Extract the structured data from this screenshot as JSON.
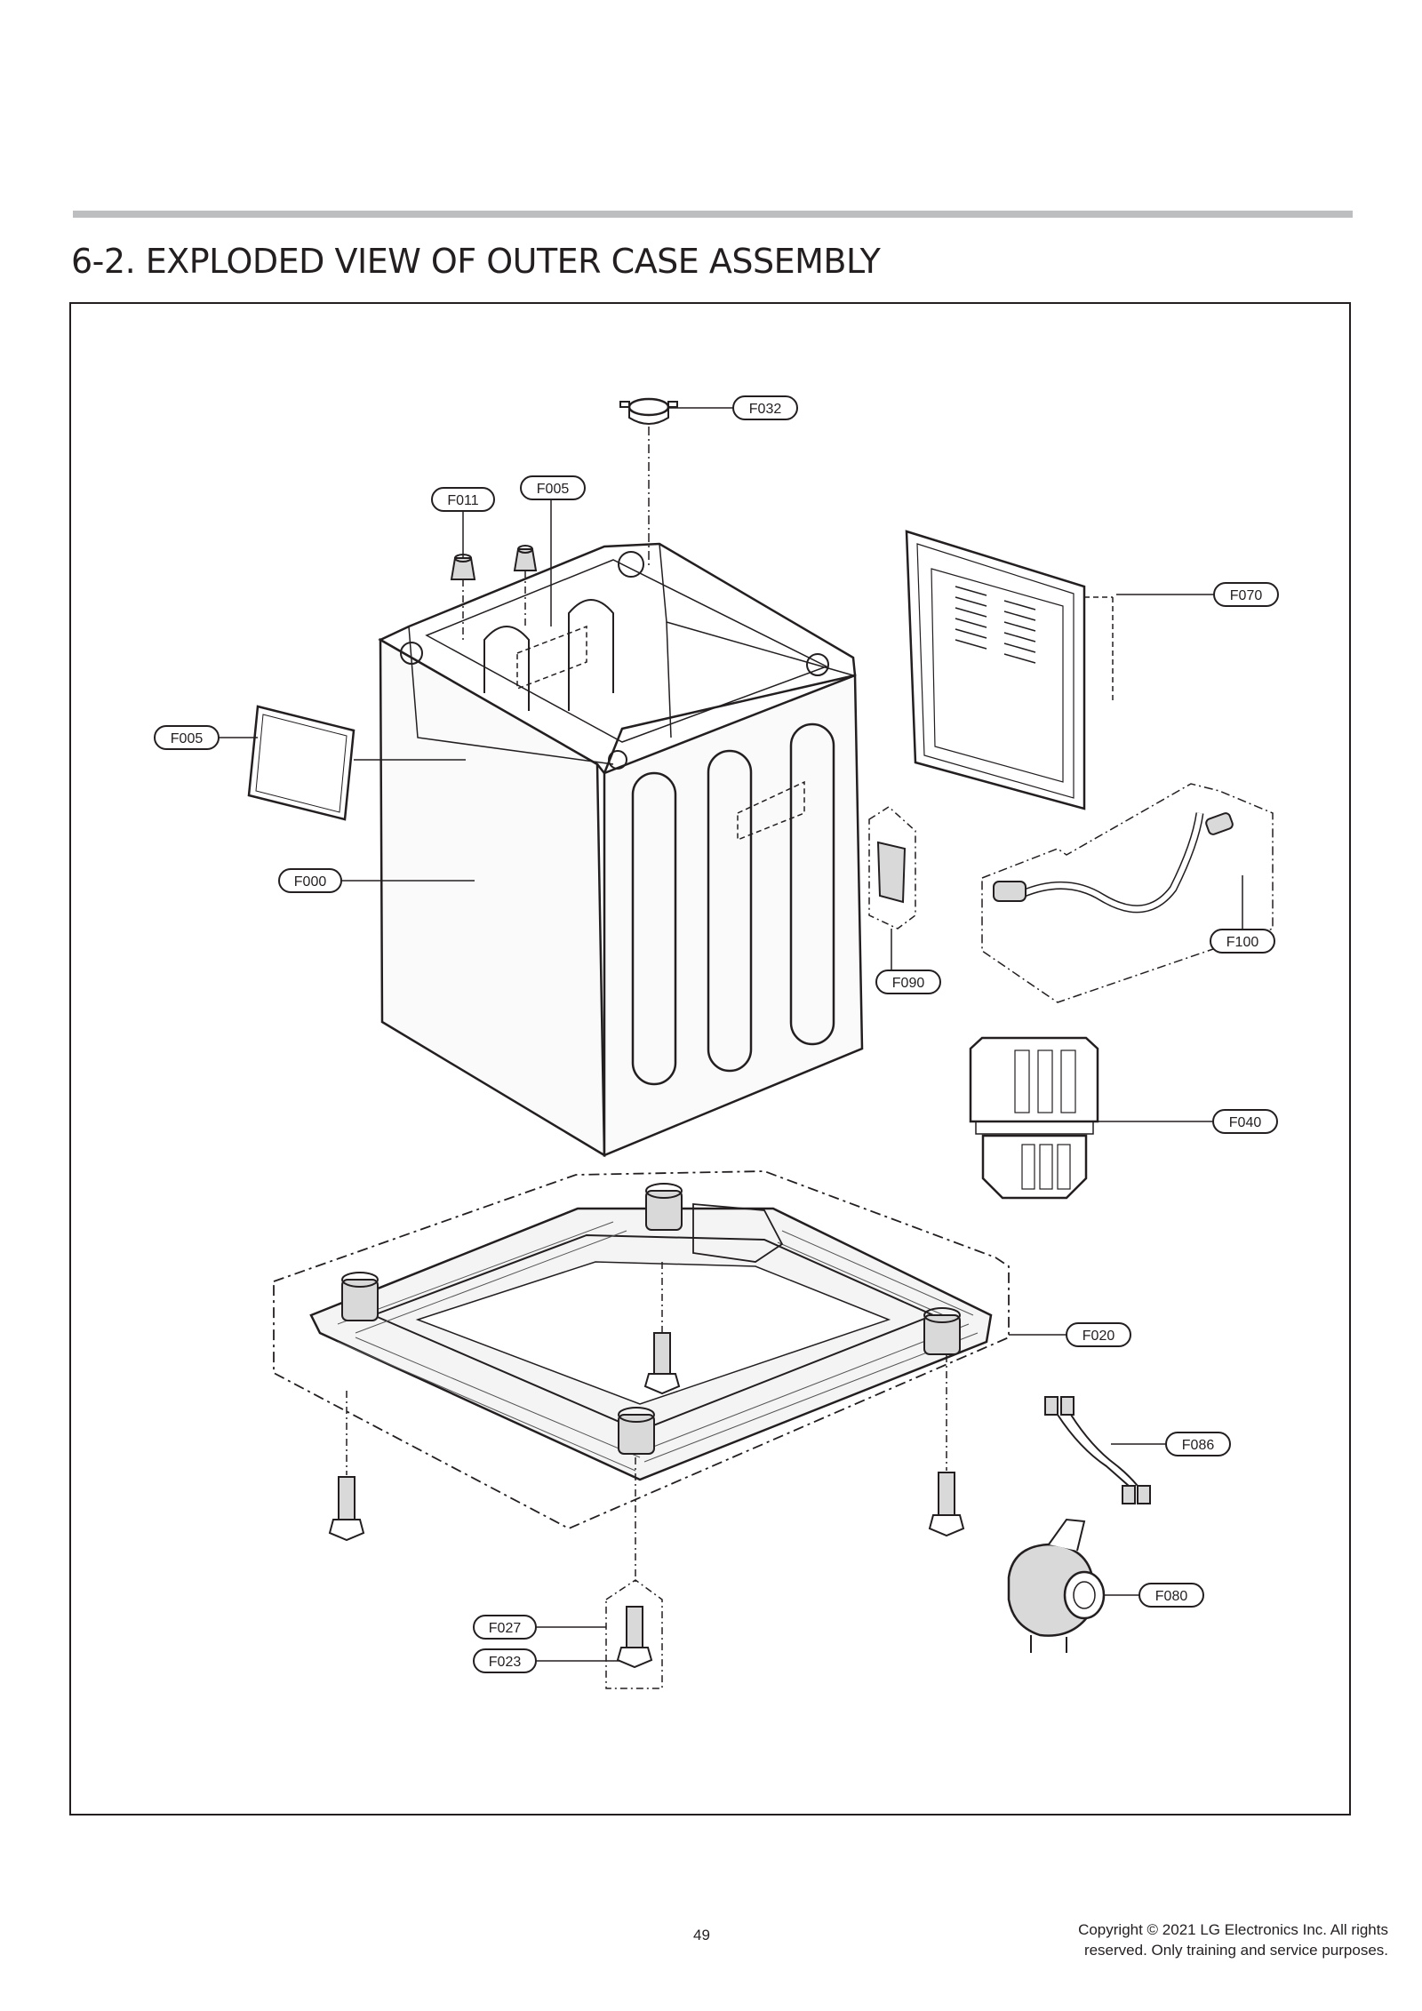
{
  "title": "6-2. EXPLODED VIEW OF OUTER CASE ASSEMBLY",
  "page_number": "49",
  "copyright": {
    "line1": "Copyright © 2021 LG Electronics Inc. All rights",
    "line2": "reserved. Only training and service purposes."
  },
  "callouts": {
    "f032": "F032",
    "f011": "F011",
    "f005_top": "F005",
    "f070": "F070",
    "f005_left": "F005",
    "f000": "F000",
    "f100": "F100",
    "f090": "F090",
    "f040": "F040",
    "f020": "F020",
    "f086": "F086",
    "f080": "F080",
    "f027": "F027",
    "f023": "F023"
  },
  "colors": {
    "line": "#231f20",
    "rule": "#bcbec0",
    "shade": "#d9d9d9"
  }
}
